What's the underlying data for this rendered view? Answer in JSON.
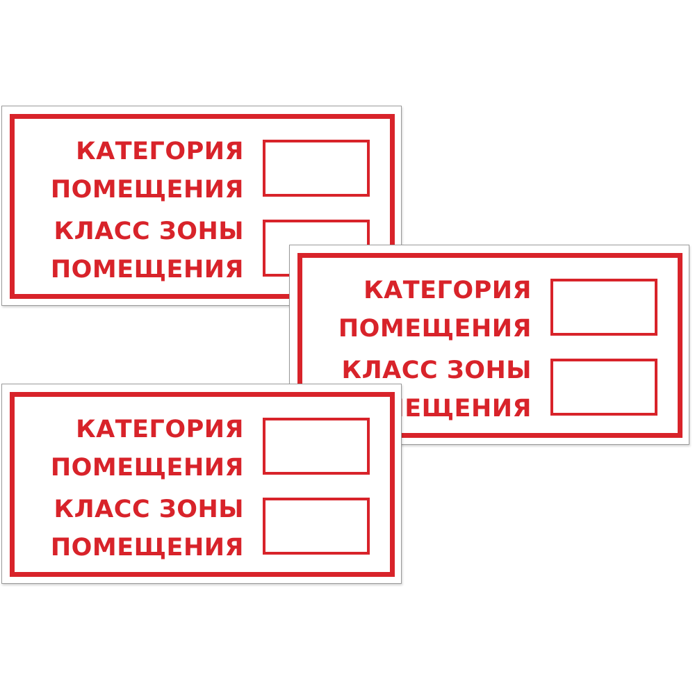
{
  "colors": {
    "accent": "#d8232a",
    "background": "#ffffff"
  },
  "signs": [
    {
      "category_line_1": "КАТЕГОРИЯ",
      "category_line_2": "ПОМЕЩЕНИЯ",
      "zone_line_1": "КЛАСС ЗОНЫ",
      "zone_line_2": "ПОМЕЩЕНИЯ",
      "category_value": "",
      "zone_value": ""
    },
    {
      "category_line_1": "КАТЕГОРИЯ",
      "category_line_2": "ПОМЕЩЕНИЯ",
      "zone_line_1": "КЛАСС ЗОНЫ",
      "zone_line_2": "ПОМЕЩЕНИЯ",
      "category_value": "",
      "zone_value": ""
    },
    {
      "category_line_1": "КАТЕГОРИЯ",
      "category_line_2": "ПОМЕЩЕНИЯ",
      "zone_line_1": "КЛАСС ЗОНЫ",
      "zone_line_2": "ПОМЕЩЕНИЯ",
      "category_value": "",
      "zone_value": ""
    }
  ]
}
